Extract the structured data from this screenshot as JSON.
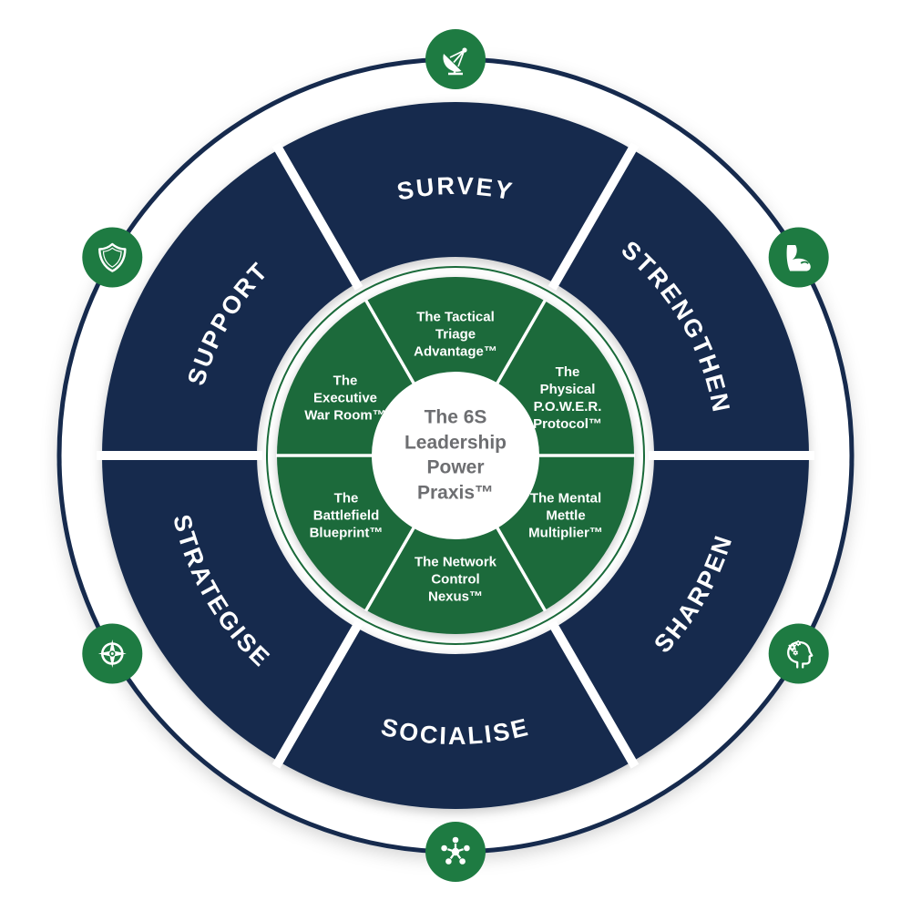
{
  "title": "The 6S Leadership Power Praxis™",
  "colors": {
    "navy": "#132A4D",
    "green": "#1A6A3A",
    "icon_green": "#1E7B42",
    "center_text_gray": "#6D6E71",
    "white": "#FFFFFF"
  },
  "center": {
    "lines": [
      "The 6S",
      "Leadership",
      "Power",
      "Praxis™"
    ]
  },
  "outer_segments": [
    {
      "label": "SURVEY",
      "icon": "satellite-dish",
      "position": "top"
    },
    {
      "label": "STRENGTHEN",
      "icon": "bicep",
      "position": "top-right"
    },
    {
      "label": "SHARPEN",
      "icon": "head-gears",
      "position": "bottom-right"
    },
    {
      "label": "SOCIALISE",
      "icon": "network-hub",
      "position": "bottom"
    },
    {
      "label": "STRATEGISE",
      "icon": "compass",
      "position": "bottom-left"
    },
    {
      "label": "SUPPORT",
      "icon": "shield",
      "position": "top-left"
    }
  ],
  "inner_slices": [
    {
      "name": "The Tactical Triage Advantage™",
      "lines": [
        "The Tactical",
        "Triage",
        "Advantage™"
      ]
    },
    {
      "name": "The Physical P.O.W.E.R. Protocol™",
      "lines": [
        "The",
        "Physical",
        "P.O.W.E.R.",
        "Protocol™"
      ]
    },
    {
      "name": "The Mental Mettle Multiplier™",
      "lines": [
        "The Mental",
        "Mettle",
        "Multiplier™"
      ]
    },
    {
      "name": "The Network Control Nexus™",
      "lines": [
        "The Network",
        "Control",
        "Nexus™"
      ]
    },
    {
      "name": "The Battlefield Blueprint™",
      "lines": [
        "The",
        "Battlefield",
        "Blueprint™"
      ]
    },
    {
      "name": "The Executive War Room™",
      "lines": [
        "The",
        "Executive",
        "War Room™"
      ]
    }
  ]
}
